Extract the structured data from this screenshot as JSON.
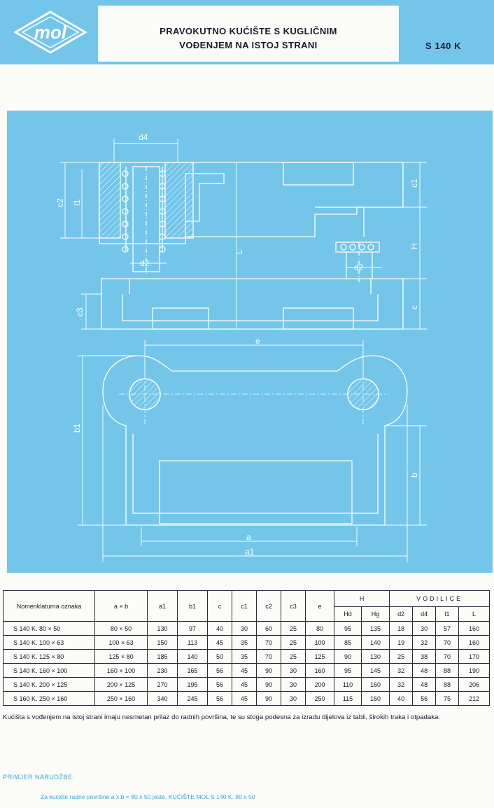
{
  "header": {
    "logo_text": "mol",
    "title_line1": "PRAVOKUTNO KUĆIŠTE S KUGLIČNIM",
    "title_line2": "VOĐENJEM NA ISTOJ STRANI",
    "code": "S 140 K"
  },
  "drawing": {
    "labels": {
      "d4": "d4",
      "c1": "c1",
      "c2": "c2",
      "l1": "l1",
      "L": "L",
      "H": "H",
      "d2_left": "d2",
      "d2_right": "d2",
      "c3": "c3",
      "c": "c",
      "e": "e",
      "b1": "b1",
      "b": "b",
      "a": "a",
      "a1": "a1"
    }
  },
  "table": {
    "headers": [
      "Nomenklaturna oznaka",
      "a × b",
      "a1",
      "b1",
      "c",
      "c1",
      "c2",
      "c3",
      "e",
      "H",
      "VODILICE"
    ],
    "h_sub": [
      "Hd",
      "Hg"
    ],
    "vodilice_sub": [
      "d2",
      "d4",
      "l1",
      "L"
    ],
    "rows": [
      [
        "S 140 K.  80 × 50",
        "80 × 50",
        "130",
        "97",
        "40",
        "30",
        "60",
        "25",
        "80",
        "95",
        "135",
        "18",
        "30",
        "57",
        "160"
      ],
      [
        "S 140 K. 100 × 63",
        "100 × 63",
        "150",
        "113",
        "45",
        "35",
        "70",
        "25",
        "100",
        "85",
        "140",
        "19",
        "32",
        "70",
        "160"
      ],
      [
        "S 140 K. 125 × 80",
        "125 × 80",
        "185",
        "140",
        "50",
        "35",
        "70",
        "25",
        "125",
        "90",
        "130",
        "25",
        "38",
        "70",
        "170"
      ],
      [
        "S 140 K. 160 × 100",
        "160 × 100",
        "230",
        "165",
        "56",
        "45",
        "90",
        "30",
        "160",
        "95",
        "145",
        "32",
        "48",
        "88",
        "190"
      ],
      [
        "S 140 K. 200 × 125",
        "200 × 125",
        "270",
        "195",
        "56",
        "45",
        "90",
        "30",
        "200",
        "110",
        "160",
        "32",
        "48",
        "88",
        "206"
      ],
      [
        "S 160 K. 250 × 160",
        "250 × 160",
        "340",
        "245",
        "56",
        "45",
        "90",
        "30",
        "250",
        "115",
        "160",
        "40",
        "56",
        "75",
        "212"
      ]
    ]
  },
  "note": "Kućišta s vođenjem na istoj strani imaju nesmetan prilaz do radnih površina, te su stoga podesna za izradu dijelova iz tabli, širokih traka i otpadaka.",
  "order": {
    "heading": "PRIMJER NARUDŽBE:",
    "text": "Za kućište radne površine a x b = 80 x 50 jeste, KUĆIŠTE MOL S 140 K. 80 x 50"
  },
  "colors": {
    "accent": "#73c6ea",
    "line": "#ffffff",
    "text": "#1a1a2a"
  }
}
